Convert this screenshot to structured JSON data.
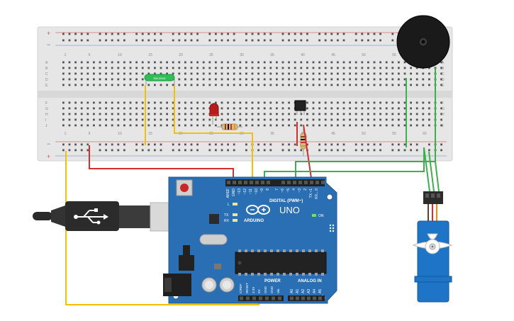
{
  "breadboard": {
    "column_numbers": [
      "1",
      "5",
      "10",
      "15",
      "20",
      "25",
      "30",
      "35",
      "40",
      "45",
      "50",
      "55",
      "60"
    ],
    "top_row_letters": [
      "A",
      "B",
      "C",
      "D",
      "E"
    ],
    "bottom_row_letters": [
      "F",
      "G",
      "H",
      "I",
      "J"
    ],
    "rail_plus": "+",
    "rail_minus": "−"
  },
  "components": {
    "tilt_sensor_label": "SW-200D",
    "arduino_model": "UNO",
    "arduino_brand": "ARDUINO",
    "digital_header_label": "DIGITAL (PWM~)",
    "power_label": "POWER",
    "analog_label": "ANALOG IN",
    "on_label": "ON",
    "l_label": "L",
    "tx_label": "TX",
    "rx_label": "RX",
    "digital_pins": [
      "AREF",
      "GND",
      "~13",
      "~12",
      "~11",
      "~10",
      "~9",
      "8",
      "7",
      "~6",
      "~5",
      "4",
      "~3",
      "2",
      "TX➝1",
      "RX←0"
    ],
    "power_pins": [
      "IOREF",
      "RESET",
      "3.3V",
      "5V",
      "GND",
      "GND",
      "Vin"
    ],
    "analog_pins": [
      "A0",
      "A1",
      "A2",
      "A3",
      "A4",
      "A5"
    ]
  },
  "colors": {
    "breadboard": "#e6e6e6",
    "arduino": "#2a6fb3",
    "wire_red": "#d32f2f",
    "wire_yellow": "#f2c200",
    "wire_green": "#3cb04a",
    "servo": "#1e74c6",
    "buzzer": "#1a1a1a"
  }
}
